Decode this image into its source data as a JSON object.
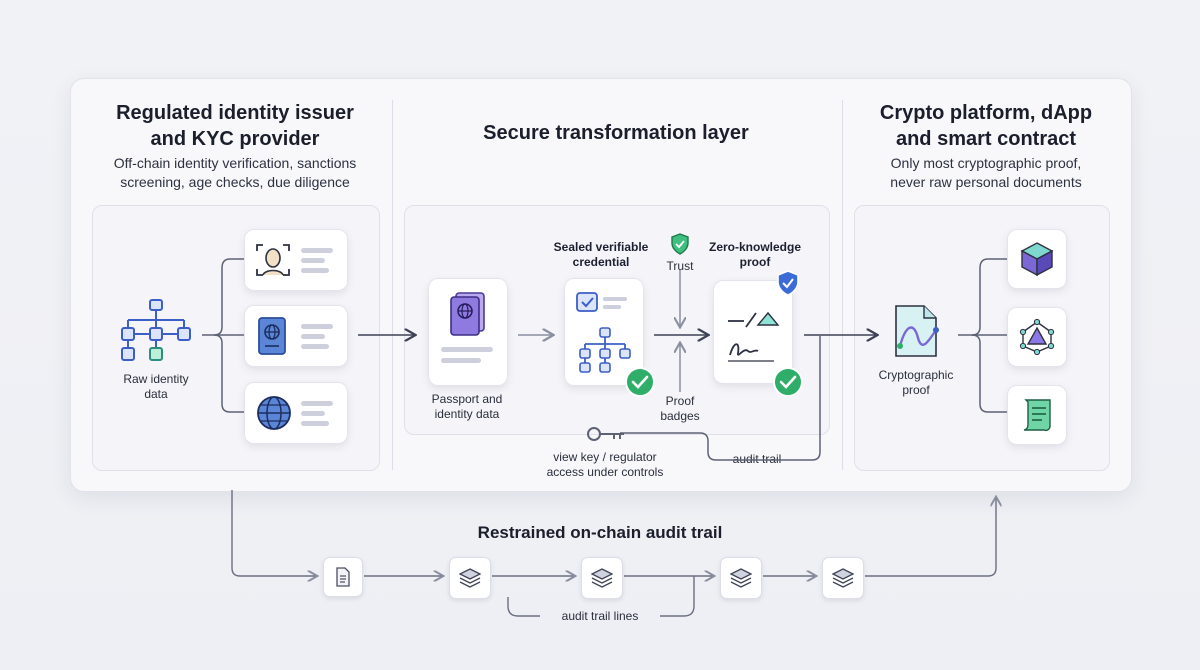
{
  "left_section": {
    "title_line1": "Regulated identity issuer",
    "title_line2": "and KYC provider",
    "subtitle_line1": "Off-chain identity verification, sanctions",
    "subtitle_line2": "screening, age checks, due diligence",
    "raw_label_line1": "Raw identity",
    "raw_label_line2": "data"
  },
  "middle_section": {
    "title": "Secure transformation layer",
    "passport_label_line1": "Passport and",
    "passport_label_line2": "identity data",
    "sealed_label_line1": "Sealed verifiable",
    "sealed_label_line2": "credential",
    "trust_label": "Trust",
    "zk_label_line1": "Zero-knowledge",
    "zk_label_line2": "proof",
    "proof_badges_line1": "Proof",
    "proof_badges_line2": "badges",
    "view_key_line1": "view key / regulator",
    "view_key_line2": "access under controls",
    "audit_trail_label": "audit trail"
  },
  "right_section": {
    "title_line1": "Crypto platform, dApp",
    "title_line2": "and smart contract",
    "subtitle_line1": "Only most cryptographic proof,",
    "subtitle_line2": "never raw personal documents",
    "crypto_label_line1": "Cryptographic",
    "crypto_label_line2": "proof"
  },
  "bottom_section": {
    "title": "Restrained on-chain audit trail",
    "lines_label": "audit trail lines"
  },
  "colors": {
    "accent_blue": "#3b5fc6",
    "accent_green": "#2fae6a",
    "accent_purple": "#7b68d6",
    "line_gray": "#7a7f92"
  }
}
